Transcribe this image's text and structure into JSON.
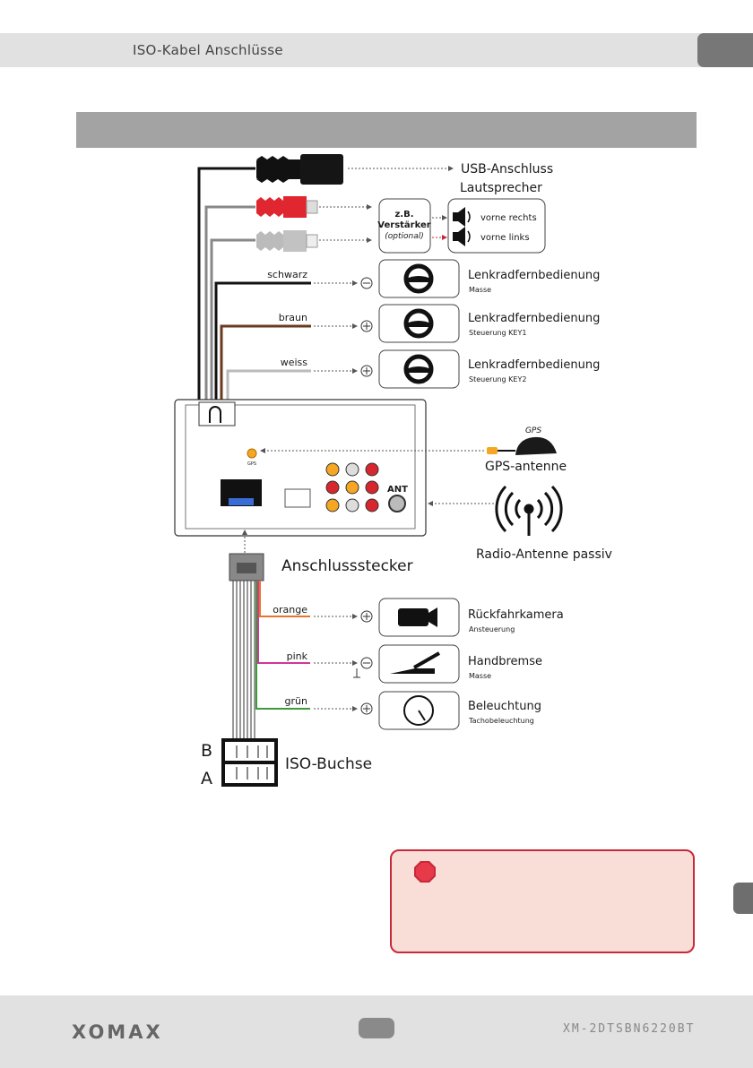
{
  "header": {
    "title": "ISO-Kabel Anschlüsse"
  },
  "diagram": {
    "usb": "USB-Anschluss",
    "speakers_title": "Lautsprecher",
    "amp_line1": "z.B.",
    "amp_line2": "Verstärker",
    "amp_line3": "(optional)",
    "front_right": "vorne rechts",
    "front_left": "vorne links",
    "wire_black": "schwarz",
    "wire_brown": "braun",
    "wire_white": "weiss",
    "steering1_title": "Lenkradfernbedienung",
    "steering1_sub": "Masse",
    "steering2_title": "Lenkradfernbedienung",
    "steering2_sub": "Steuerung KEY1",
    "steering3_title": "Lenkradfernbedienung",
    "steering3_sub": "Steuerung KEY2",
    "gps_small": "GPS",
    "gps_icon_text": "GPS",
    "ant_label": "ANT",
    "gps_antenna": "GPS-antenne",
    "radio_antenna": "Radio-Antenne passiv",
    "connector": "Anschlussstecker",
    "wire_orange": "orange",
    "wire_pink": "pink",
    "wire_green": "grün",
    "camera_title": "Rückfahrkamera",
    "camera_sub": "Ansteuerung",
    "handbrake_title": "Handbremse",
    "handbrake_sub": "Masse",
    "light_title": "Beleuchtung",
    "light_sub": "Tachobeleuchtung",
    "iso_b": "B",
    "iso_a": "A",
    "iso_socket": "ISO-Buchse"
  },
  "footer": {
    "logo": "XOMAX",
    "model": "XM-2DTSBN6220BT"
  },
  "colors": {
    "header": "#e1e1e1",
    "section": "#a3a3a3",
    "warning_border": "#c8283a",
    "warning_fill": "#f9ddd7",
    "orange": "#e8742a",
    "pink": "#d0369a",
    "green": "#3c9a3c",
    "brown": "#6b3a1e"
  }
}
